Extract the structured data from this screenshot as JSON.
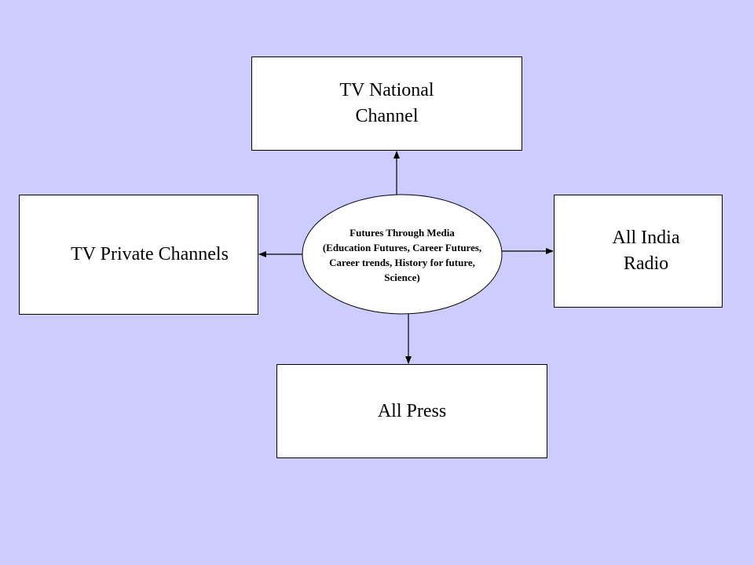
{
  "hub": {
    "title": "Futures Through Media",
    "lines": [
      "(Education Futures, Career Futures,",
      "Career trends, History for future,",
      "Science)"
    ]
  },
  "nodes": {
    "national": [
      "TV National",
      "Channel"
    ],
    "private": [
      "TV Private Channels"
    ],
    "radio": [
      "All India",
      "Radio"
    ],
    "press": [
      "All Press"
    ]
  },
  "colors": {
    "background": "#ccccfe",
    "box_fill": "#ffffff",
    "stroke": "#000000"
  }
}
